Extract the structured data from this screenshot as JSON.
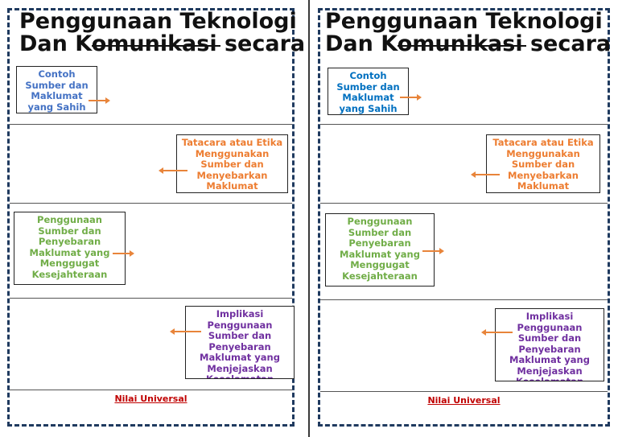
{
  "colors": {
    "border": "#1f3a5f",
    "arrow": "#e8843a",
    "blue_left": "#4472c4",
    "blue_right": "#0070c0",
    "orange": "#ed7d31",
    "green": "#70ad47",
    "purple": "#7030a0",
    "red": "#c00000"
  },
  "panels": [
    {
      "title_line1": "Penggunaan Teknologi",
      "title_line2": "Dan Komunikasi secara",
      "box1": "Contoh\nSumber dan\nMaklumat\nyang Sahih",
      "box2": "Tatacara atau Etika\nMenggunakan\nSumber dan\nMenyebarkan\nMaklumat",
      "box3": "Penggunaan\nSumber dan\nPenyebaran\nMaklumat yang\nMenggugat\nKesejahteraan",
      "box4": "Implikasi\nPenggunaan\nSumber dan\nPenyebaran\nMaklumat yang\nMenjejaskan\nKeselamatan",
      "footer": "Nilai Universal"
    },
    {
      "title_line1": "Penggunaan Teknologi",
      "title_line2": "Dan Komunikasi secara",
      "box1": "Contoh\nSumber dan\nMaklumat\nyang Sahih",
      "box2": "Tatacara atau Etika\nMenggunakan\nSumber dan\nMenyebarkan\nMaklumat",
      "box3": "Penggunaan\nSumber dan\nPenyebaran\nMaklumat yang\nMenggugat\nKesejahteraan",
      "box4": "Implikasi\nPenggunaan\nSumber dan\nPenyebaran\nMaklumat yang\nMenjejaskan\nKeselamatan",
      "footer": "Nilai Universal"
    }
  ]
}
